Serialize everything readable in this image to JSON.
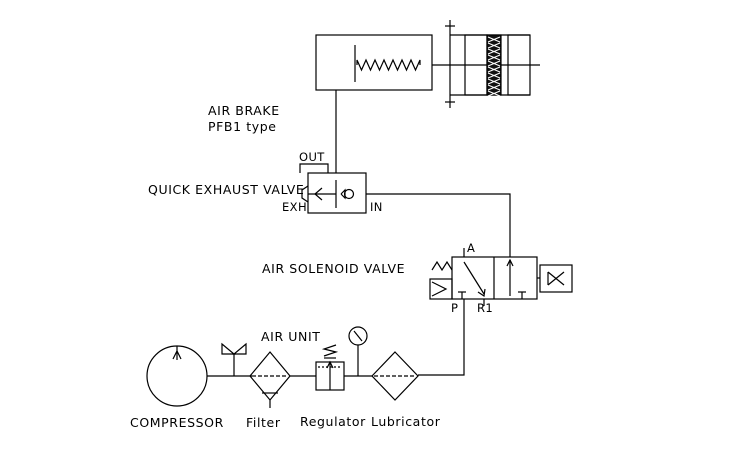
{
  "labels": {
    "air_brake_line1": "AIR  BRAKE",
    "air_brake_line2": "PFB1   type",
    "out": "OUT",
    "quick_exhaust_valve": "QUICK  EXHAUST  VALVE",
    "exh": "EXH",
    "in": "IN",
    "air_solenoid_valve": "AIR  SOLENOID  VALVE",
    "port_a": "A",
    "port_p": "P",
    "port_r1": "R1",
    "air_unit": "AIR  UNIT",
    "compressor": "COMPRESSOR",
    "filter": "Filter",
    "regulator": "Regulator",
    "lubricator": "Lubricator"
  }
}
